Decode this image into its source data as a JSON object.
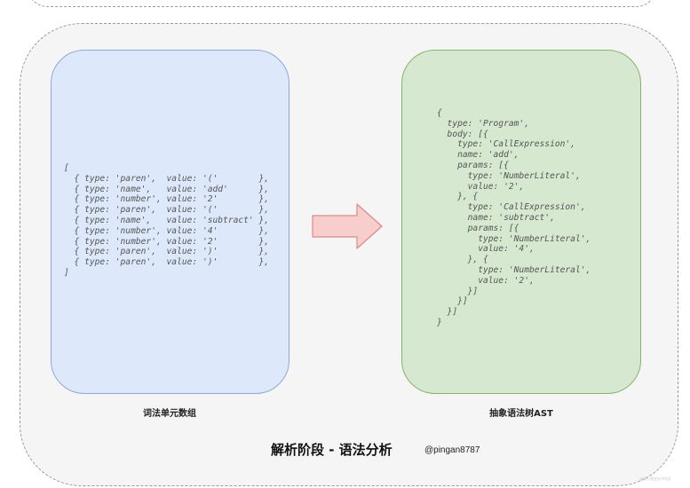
{
  "tokens_code": "[\n  { type: 'paren',  value: '('        },\n  { type: 'name',   value: 'add'      },\n  { type: 'number', value: '2'        },\n  { type: 'paren',  value: '('        },\n  { type: 'name',   value: 'subtract' },\n  { type: 'number', value: '4'        },\n  { type: 'number', value: '2'        },\n  { type: 'paren',  value: ')'        },\n  { type: 'paren',  value: ')'        },\n]",
  "ast_code": "{\n  type: 'Program',\n  body: [{\n    type: 'CallExpression',\n    name: 'add',\n    params: [{\n      type: 'NumberLiteral',\n      value: '2',\n    }, {\n      type: 'CallExpression',\n      name: 'subtract',\n      params: [{\n        type: 'NumberLiteral',\n        value: '4',\n      }, {\n        type: 'NumberLiteral',\n        value: '2',\n      }]\n    }]\n  }]\n}",
  "labels": {
    "left": "词法单元数组",
    "right": "抽象语法树AST"
  },
  "title": "解析阶段 - 语法分析",
  "author": "@pingan8787",
  "watermark": "@稀土掘金技术社区",
  "colors": {
    "left_fill": "#dde8fb",
    "left_stroke": "#8ea8d8",
    "right_fill": "#d6e8cf",
    "right_stroke": "#86b36e",
    "arrow_fill": "#f8cecc",
    "arrow_stroke": "#d98a88"
  },
  "icons": {
    "arrow": "right-arrow-icon"
  }
}
